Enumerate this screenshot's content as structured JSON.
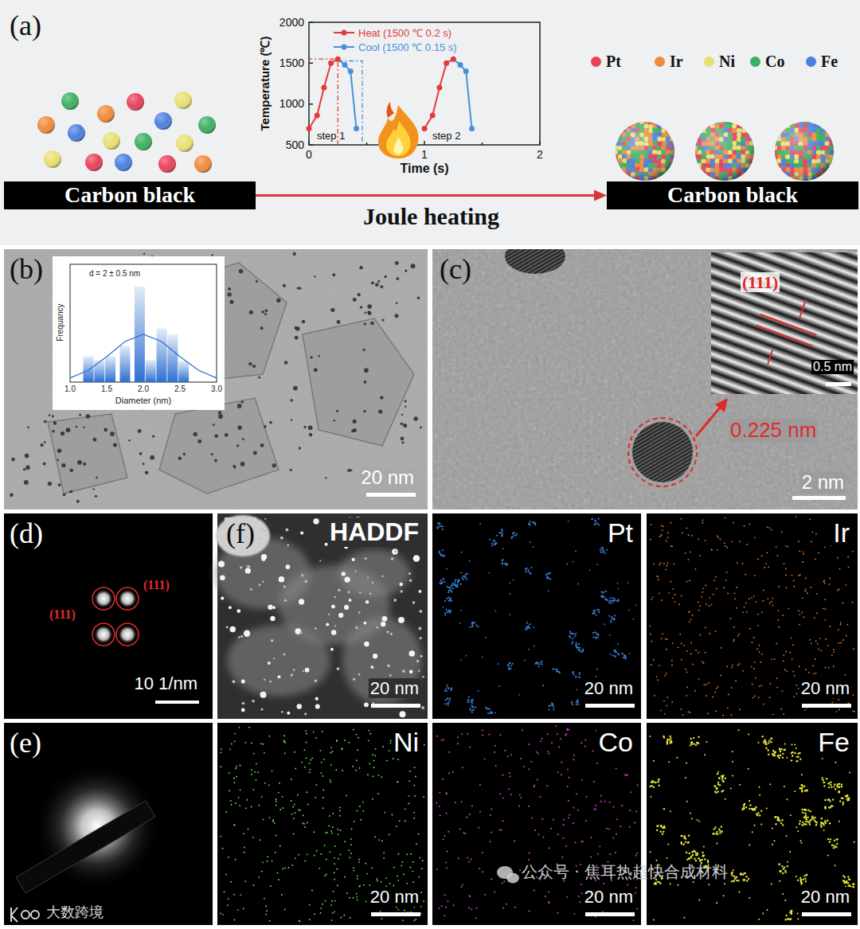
{
  "diagram": {
    "nodes": [
      {
        "text": [
          "Carbon black"
        ]
      },
      {
        "text": [
          "Carbon black"
        ]
      }
    ],
    "edges": [
      {
        "from": 0,
        "to": 1,
        "arrow": "to",
        "label": "Joule heating"
      }
    ],
    "labels": [
      "(a)",
      "2000",
      "1500",
      "1000",
      "500",
      "Temperature (℃)",
      "0",
      "1",
      "2",
      "Time (s)",
      "step 1",
      "step 2",
      "(b)",
      "d = 2 ± 0.5 nm",
      "Frequancy",
      "1.0",
      "1.5",
      "2.0",
      "2.5",
      "3.0",
      "Diameter (nm)",
      "20 nm",
      "(c)",
      "(111)",
      "0.5 nm",
      "0.225 nm",
      "2 nm",
      "(d)",
      "(111)",
      "(111)",
      "10 1/nm",
      "(e)",
      "(f)",
      "HADDF",
      "20 nm",
      "Pt",
      "20 nm",
      "Ir",
      "20 nm",
      "Ni",
      "20 nm",
      "Co",
      "20 nm",
      "Fe",
      "20 nm",
      "公众号 · 焦耳热超快合成材料",
      "大数跨境"
    ],
    "legend": [
      {
        "text": "Heat (1500 ℃ 0.2 s)"
      },
      {
        "text": "Cool (1500 ℃ 0.15 s)"
      },
      {
        "text": "Pt",
        "color": "#e8415a"
      },
      {
        "text": "Ir",
        "color": "#f08a3c"
      },
      {
        "text": "Ni",
        "color": "#e8e070"
      },
      {
        "text": "Co",
        "color": "#3cb060"
      },
      {
        "text": "Fe",
        "color": "#4a80e0"
      }
    ]
  }
}
